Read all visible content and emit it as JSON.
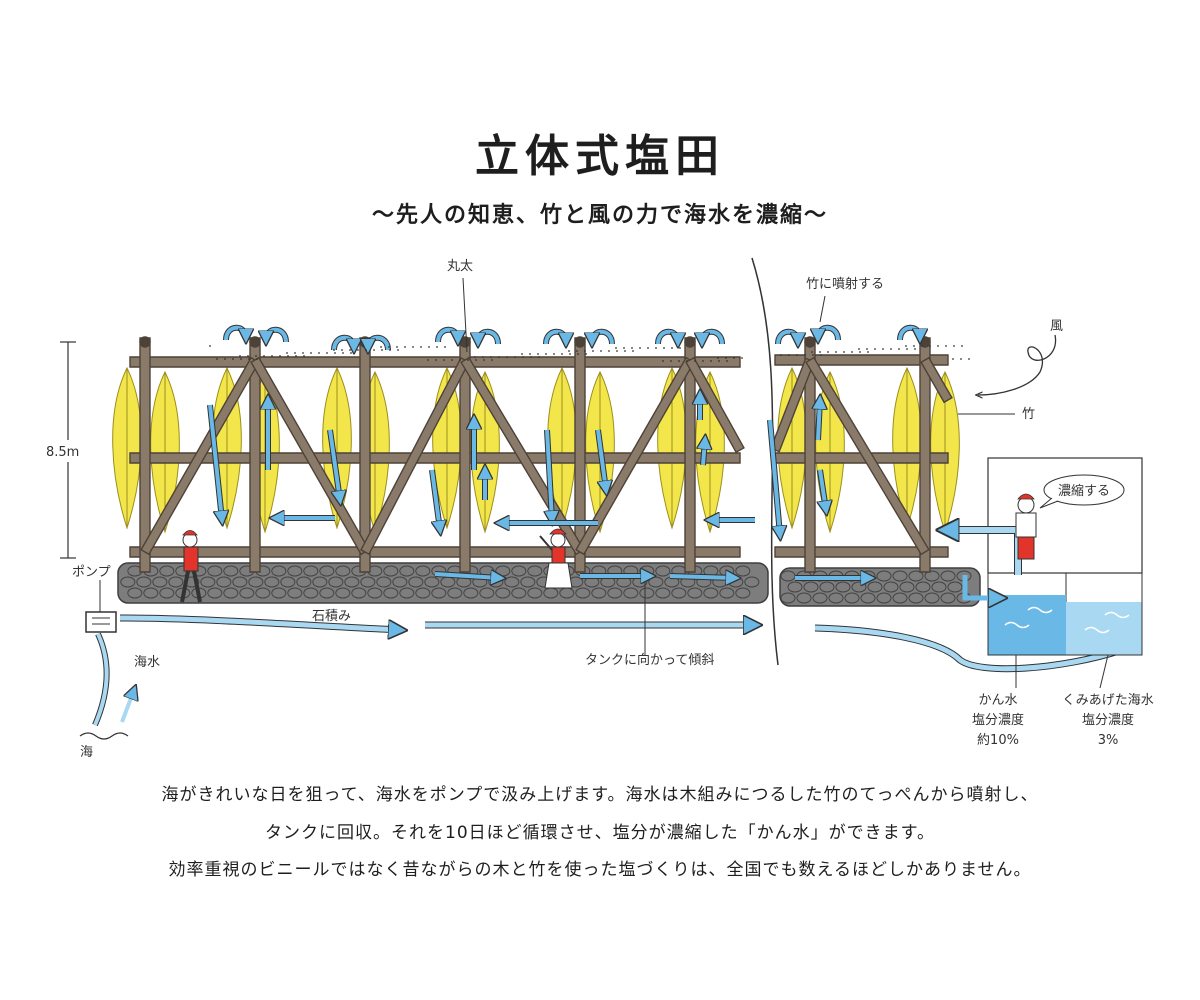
{
  "title": "立体式塩田",
  "subtitle": "～先人の知恵、竹と風の力で海水を濃縮～",
  "labels": {
    "log": "丸太",
    "spray": "竹に噴射する",
    "wind": "風",
    "bamboo": "竹",
    "height": "8.5m",
    "pump": "ポンプ",
    "stone_wall": "石積み",
    "slope": "タンクに向かって傾斜",
    "seawater": "海水",
    "sea": "海",
    "speech": "濃縮する",
    "tank_left": [
      "かん水",
      "塩分濃度",
      "約10%"
    ],
    "tank_right": [
      "くみあげた海水",
      "塩分濃度",
      "3%"
    ]
  },
  "caption": [
    "海がきれいな日を狙って、海水をポンプで汲み上げます。海水は木組みにつるした竹のてっぺんから噴射し、",
    "タンクに回収。それを10日ほど循環させ、塩分が濃縮した「かん水」ができます。",
    "効率重視のビニールではなく昔ながらの木と竹を使った塩づくりは、全国でも数えるほどしかありません。"
  ],
  "colors": {
    "wood": "#8a7a6a",
    "wood_dark": "#4d4237",
    "bamboo": "#f2e64a",
    "bamboo_line": "#9c8e1e",
    "water": "#6ab8e6",
    "water_light": "#a9d8f2",
    "stone": "#7d7d7d",
    "shirt": "#e2342b"
  },
  "icons": [
    "pump-icon",
    "wind-icon",
    "circulation-arrow-icon",
    "worker-figure",
    "woman-figure"
  ]
}
